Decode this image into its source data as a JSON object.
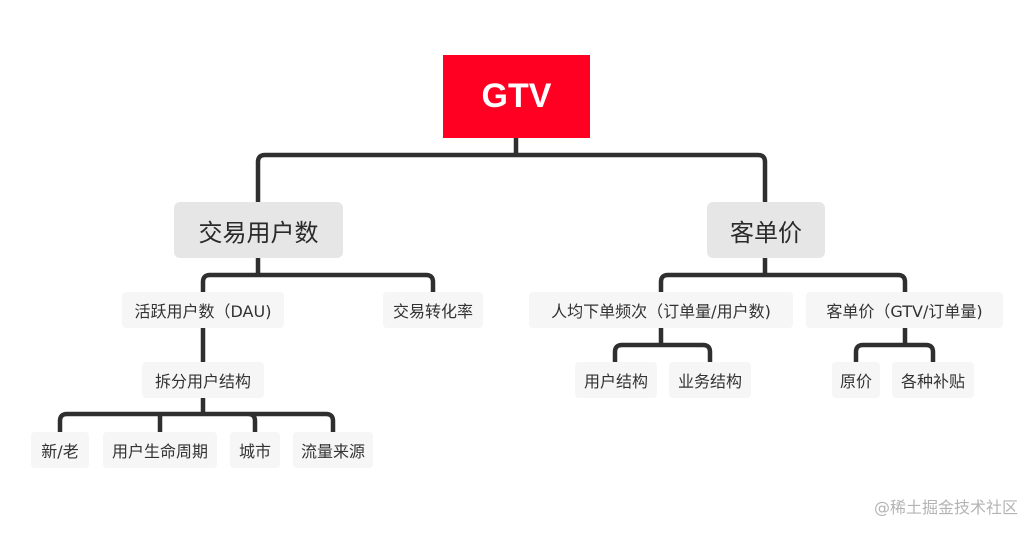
{
  "diagram": {
    "root": "GTV",
    "branches": [
      {
        "label": "交易用户数",
        "children": [
          {
            "label": "活跃用户数（DAU)",
            "children": [
              {
                "label": "拆分用户结构",
                "children": [
                  "新/老",
                  "用户生命周期",
                  "城市",
                  "流量来源"
                ]
              }
            ]
          },
          {
            "label": "交易转化率"
          }
        ]
      },
      {
        "label": "客单价",
        "children": [
          {
            "label": "人均下单频次（订单量/用户数)",
            "children": [
              "用户结构",
              "业务结构"
            ]
          },
          {
            "label": "客单价（GTV/订单量)",
            "children": [
              "原价",
              "各种补贴"
            ]
          }
        ]
      }
    ],
    "edge_color": "#2f2f2f"
  },
  "colors": {
    "root_background": "#ff0022",
    "root_text": "#ffffff",
    "branch_background": "#e6e6e6",
    "leaf_background": "#f6f6f6",
    "text": "#333333"
  },
  "watermark": "@稀土掘金技术社区"
}
